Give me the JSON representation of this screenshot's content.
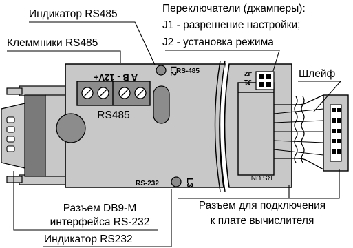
{
  "labels": {
    "indicator_rs485": "Индикатор RS485",
    "switches_title": "Переключатели (джамперы):",
    "switches_j1": "J1 - разрешение настройки;",
    "switches_j2": "J2 - установка режима",
    "terminals_rs485": "Клеммники RS485",
    "ribbon_cable": "Шлейф",
    "db9_line1": "Разъем DB9-M",
    "db9_line2": "интерфейса RS-232",
    "connector_line1": "Разъем для подключения",
    "connector_line2": "к плате вычислителя",
    "indicator_rs232": "Индикатор  RS232"
  },
  "board": {
    "terminal_marks": "A    B   -  12V+",
    "terminal_block_label": "RS485",
    "led1_label": "RS-485",
    "led1_id": "L2",
    "led2_label": "RS-232",
    "led2_id": "L3",
    "jumper_j1": "J1",
    "jumper_j2": "J2",
    "rs_uni": "RS UNI"
  },
  "colors": {
    "board": "#c8c8c8",
    "dark": "#7a7a7a",
    "stroke": "#000000",
    "terminal": "#8c8c8c"
  }
}
